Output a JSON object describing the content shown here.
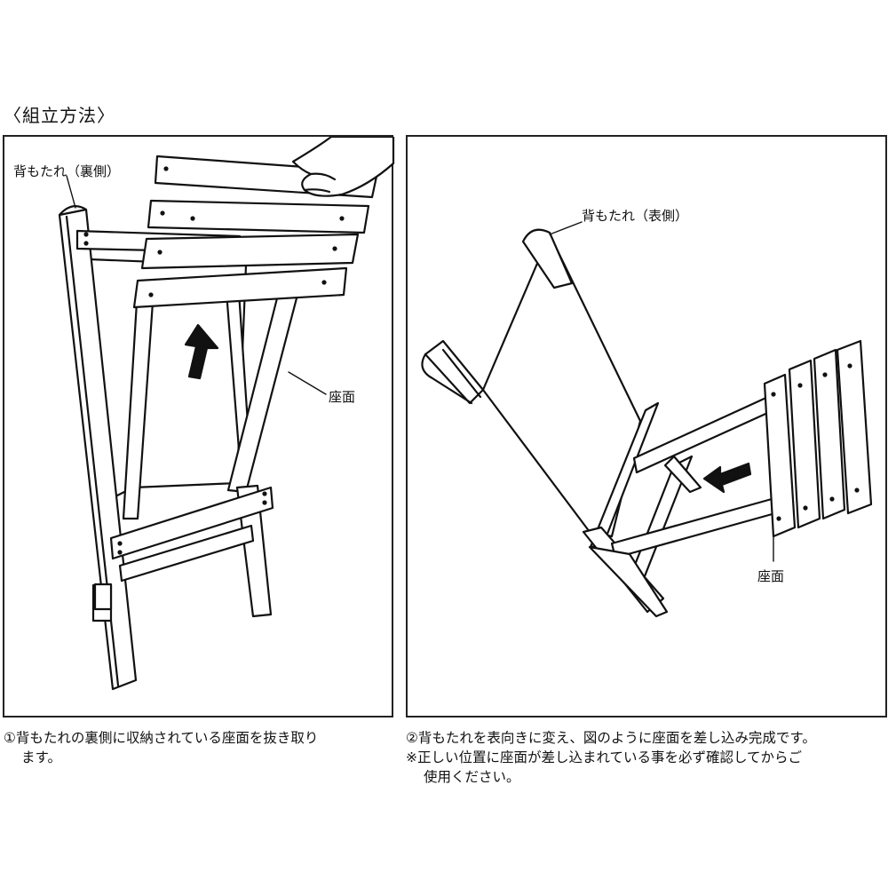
{
  "heading": "〈組立方法〉",
  "panel1": {
    "label_back": "背もたれ（裏側）",
    "label_seat": "座面"
  },
  "panel2": {
    "label_back": "背もたれ（表側）",
    "label_seat": "座面"
  },
  "captions": {
    "step1_line1": "①背もたれの裏側に収納されている座面を抜き取り",
    "step1_line2": "ます。",
    "step2_line1": "②背もたれを表向きに変え、図のように座面を差し込み完成です。",
    "step2_line2": "※正しい位置に座面が差し込まれている事を必ず確認してからご",
    "step2_line3": "使用ください。"
  }
}
